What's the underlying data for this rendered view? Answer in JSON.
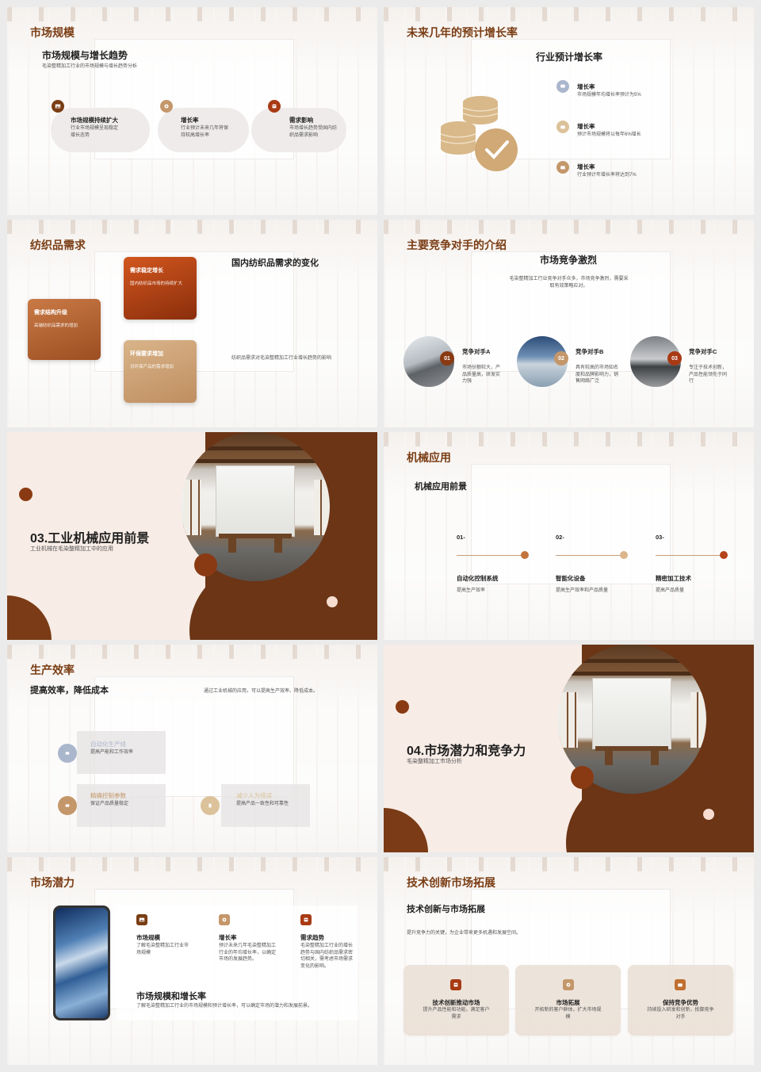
{
  "slide1": {
    "title": "市场规模",
    "heading": "市场规模与增长趋势",
    "desc": "毛染整精加工行业的市场规模与增长趋势分析",
    "items": [
      {
        "title": "市场规模持续扩大",
        "desc": "行业市场规模呈现稳定增长态势"
      },
      {
        "title": "增长率",
        "desc": "行业预计未来几年将保持较高增长率"
      },
      {
        "title": "需求影响",
        "desc": "市场增长趋势受国内纺织品需求影响"
      }
    ]
  },
  "slide2": {
    "title": "未来几年的预计增长率",
    "heading": "行业预计增长率",
    "items": [
      {
        "title": "增长率",
        "desc": "市场规模年均增长率预计为5%"
      },
      {
        "title": "增长率",
        "desc": "预计市场规模将以每年6%增长"
      },
      {
        "title": "增长率",
        "desc": "行业预计年增长率将达到7%"
      }
    ]
  },
  "slide3": {
    "title": "纺织品需求",
    "heading": "国内纺织品需求的变化",
    "desc": "纺织品需求对毛染整精加工行业增长趋势的影响",
    "cards": [
      {
        "title": "需求结构升级",
        "desc": "高端纺织品需求的增加"
      },
      {
        "title": "需求稳定增长",
        "desc": "国内纺织品市场的持续扩大"
      },
      {
        "title": "环保要求增加",
        "desc": "对环保产品的需求增加"
      }
    ]
  },
  "slide4": {
    "title": "主要竞争对手的介绍",
    "heading": "市场竞争激烈",
    "desc": "毛染整精加工行业竞争对手众多，市场竞争激烈，需要采取有效策略应对。",
    "items": [
      {
        "num": "01",
        "title": "竞争对手A",
        "desc": "市场份额较大，产品质量高，研发实力强"
      },
      {
        "num": "02",
        "title": "竞争对手B",
        "desc": "具有较高的市场知名度和品牌影响力，销售网络广泛"
      },
      {
        "num": "03",
        "title": "竞争对手C",
        "desc": "专注于技术创新，产品性能领先于同行"
      }
    ]
  },
  "slide5": {
    "title": "03.工业机械应用前景",
    "subtitle": "工业机械在毛染整精加工中的应用"
  },
  "slide6": {
    "title": "机械应用",
    "heading": "机械应用前景",
    "items": [
      {
        "num": "01-",
        "title": "自动化控制系统",
        "desc": "提高生产效率"
      },
      {
        "num": "02-",
        "title": "智能化设备",
        "desc": "提高生产效率和产品质量"
      },
      {
        "num": "03-",
        "title": "精密加工技术",
        "desc": "提高产品质量"
      }
    ]
  },
  "slide7": {
    "title": "生产效率",
    "heading": "提高效率，降低成本",
    "desc": "通过工业机械的应用，可以提高生产效率、降低成本。",
    "items": [
      {
        "title": "自动化生产线",
        "desc": "提高产能和工作效率"
      },
      {
        "title": "精确控制参数",
        "desc": "保证产品质量稳定"
      },
      {
        "title": "减少人为错误",
        "desc": "提高产品一致性和可靠性"
      }
    ]
  },
  "slide8": {
    "title": "04.市场潜力和竞争力",
    "subtitle": "毛染整精加工市场分析"
  },
  "slide9": {
    "title": "市场潜力",
    "heading": "市场规模和增长率",
    "desc": "了解毛染整精加工行业的市场规模和预计增长率，可以确定市场的潜力和发展前景。",
    "items": [
      {
        "title": "市场规模",
        "desc": "了解毛染整精加工行业市场规模"
      },
      {
        "title": "增长率",
        "desc": "预计未来几年毛染整精加工行业的年均增长率，以确定市场的发展趋势。"
      },
      {
        "title": "需求趋势",
        "desc": "毛染整精加工行业的增长趋势与国内纺织品需求密切相关，需考虑市场需求变化的影响。"
      }
    ]
  },
  "slide10": {
    "title": "技术创新市场拓展",
    "heading": "技术创新与市场拓展",
    "desc": "提升竞争力的关键，为企业带来更多机遇和发展空间。",
    "cards": [
      {
        "title": "技术创新推动市场",
        "desc": "提升产品性能和功能，满足客户需求"
      },
      {
        "title": "市场拓展",
        "desc": "开拓新的客户群体，扩大市场规模"
      },
      {
        "title": "保持竞争优势",
        "desc": "持续投入研发和创新，抵御竞争对手"
      }
    ]
  },
  "colors": {
    "brown_dark": "#6b3516",
    "brown": "#a5501f",
    "orange": "#c35a1e",
    "tan": "#c4976a",
    "cream": "#f7ece6"
  },
  "icons": [
    "image-icon",
    "gear-icon",
    "document-icon",
    "chat-icon",
    "folder-icon",
    "file-icon"
  ]
}
